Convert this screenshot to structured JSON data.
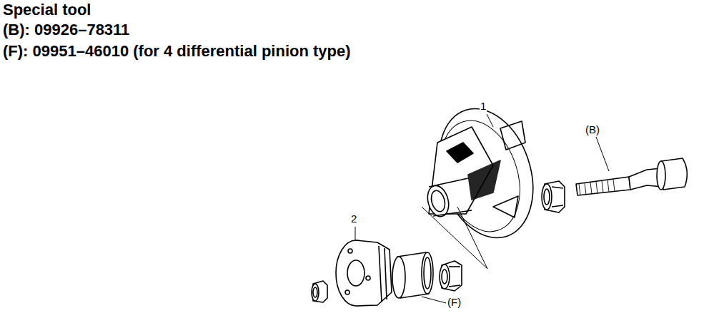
{
  "diagram": {
    "title": "Special tool",
    "labels": [
      "(B): 09926–78311",
      "(F): 09951–46010 (for 4 differential pinion type)",
      "1",
      "(B)",
      "2",
      "(F)"
    ]
  }
}
